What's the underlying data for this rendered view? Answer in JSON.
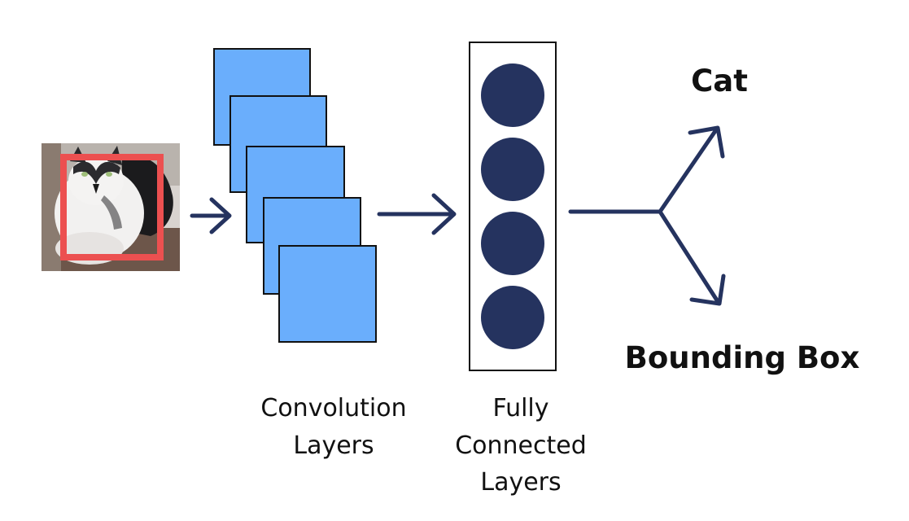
{
  "diagram": {
    "input_image": {
      "subject": "cat photo",
      "box_color": "#ec5050",
      "photo_background": "#6d564a"
    },
    "conv_label_line1": "Convolution",
    "conv_label_line2": "Layers",
    "fc_label_line1": "Fully",
    "fc_label_line2": "Connected",
    "fc_label_line3": "Layers",
    "output_top": "Cat",
    "output_bottom": "Bounding Box",
    "colors": {
      "layer_fill": "#6aaefc",
      "layer_stroke": "#111111",
      "node_fill": "#25335f",
      "arrow": "#25335f",
      "text": "#111111"
    }
  }
}
